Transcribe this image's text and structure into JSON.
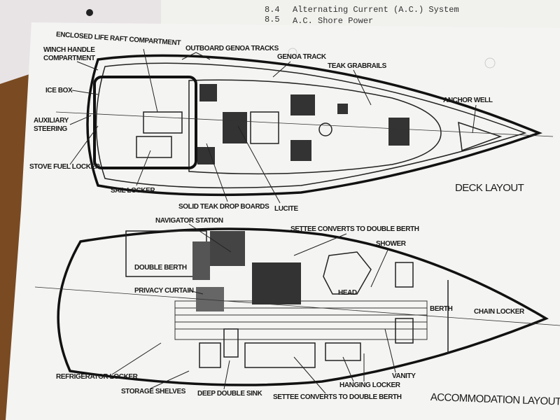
{
  "header_page": {
    "items": [
      {
        "number": "8.4",
        "title": "Alternating Current (A.C.) System"
      },
      {
        "number": "8.5",
        "title": "A.C. Shore Power"
      }
    ]
  },
  "deck_layout": {
    "title": "DECK LAYOUT",
    "labels": {
      "life_raft": "ENCLOSED LIFE RAFT COMPARTMENT",
      "winch_1": "WINCH HANDLE",
      "winch_2": "COMPARTMENT",
      "outboard_genoa": "OUTBOARD GENOA TRACKS",
      "genoa_track": "GENOA TRACK",
      "grabrails": "TEAK GRABRAILS",
      "ice_box": "ICE BOX",
      "aux_1": "AUXILIARY",
      "aux_2": "STEERING",
      "anchor_well": "ANCHOR WELL",
      "stove_fuel": "STOVE FUEL LOCKER",
      "sail_locker": "SAIL LOCKER",
      "drop_boards": "SOLID TEAK DROP BOARDS",
      "lucite": "LUCITE"
    }
  },
  "accommodation_layout": {
    "title": "ACCOMMODATION LAYOUT",
    "labels": {
      "navigator": "NAVIGATOR STATION",
      "settee_top": "SETTEE CONVERTS TO DOUBLE BERTH",
      "shower": "SHOWER",
      "double_berth": "DOUBLE BERTH",
      "privacy": "PRIVACY CURTAIN",
      "head": "HEAD",
      "berth": "BERTH",
      "chain_locker": "CHAIN LOCKER",
      "refrigerator": "REFRIGERATOR LOCKER",
      "vanity": "VANITY",
      "hanging_locker": "HANGING LOCKER",
      "storage": "STORAGE SHELVES",
      "sink": "DEEP DOUBLE SINK",
      "settee_bottom": "SETTEE CONVERTS TO DOUBLE BERTH"
    }
  }
}
